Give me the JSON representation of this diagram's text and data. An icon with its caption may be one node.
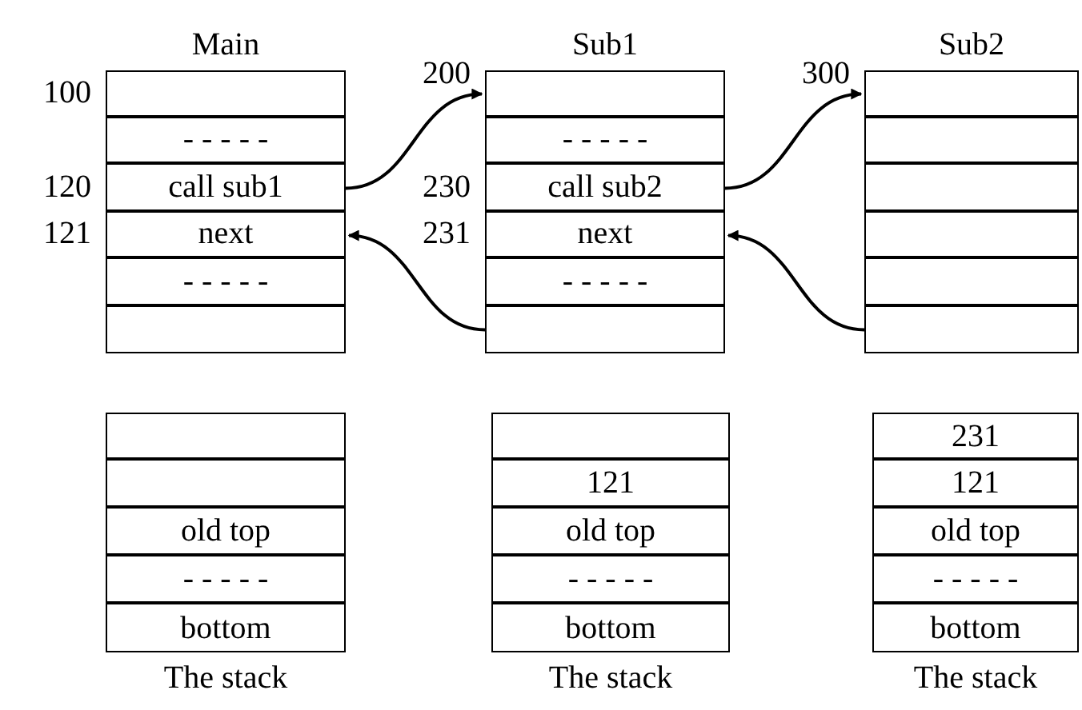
{
  "diagram": {
    "nodes": [
      {
        "text": [
          "Main"
        ]
      },
      {
        "text": [],
        "shape": "box",
        "in": 0,
        "beside": [
          "100"
        ]
      },
      {
        "text": [
          "- - - - -"
        ],
        "in": 0
      },
      {
        "text": [
          "call sub1"
        ],
        "in": 0,
        "beside": [
          "120"
        ]
      },
      {
        "text": [
          "next"
        ],
        "in": 0,
        "beside": [
          "121"
        ]
      },
      {
        "text": [
          "- - - - -"
        ],
        "in": 0
      },
      {
        "text": [],
        "shape": "box",
        "in": 0
      },
      {
        "text": [
          "Sub1"
        ]
      },
      {
        "text": [],
        "shape": "box",
        "in": 7,
        "beside": [
          "200"
        ]
      },
      {
        "text": [
          "- - - - -"
        ],
        "in": 7
      },
      {
        "text": [
          "call sub2"
        ],
        "in": 7,
        "beside": [
          "230"
        ]
      },
      {
        "text": [
          "next"
        ],
        "in": 7,
        "beside": [
          "231"
        ]
      },
      {
        "text": [
          "- - - - -"
        ],
        "in": 7
      },
      {
        "text": [],
        "shape": "box",
        "in": 7
      },
      {
        "text": [
          "Sub2"
        ]
      },
      {
        "text": [],
        "shape": "box",
        "in": 14,
        "beside": [
          "300"
        ]
      },
      {
        "text": [],
        "shape": "box",
        "in": 14
      },
      {
        "text": [],
        "shape": "box",
        "in": 14
      },
      {
        "text": [],
        "shape": "box",
        "in": 14
      },
      {
        "text": [],
        "shape": "box",
        "in": 14
      },
      {
        "text": [],
        "shape": "box",
        "in": 14
      },
      {
        "text": [
          "The stack"
        ]
      },
      {
        "text": [],
        "shape": "box",
        "in": 21
      },
      {
        "text": [],
        "shape": "box",
        "in": 21
      },
      {
        "text": [
          "old top"
        ],
        "in": 21
      },
      {
        "text": [
          "- - - - -"
        ],
        "in": 21
      },
      {
        "text": [
          "bottom"
        ],
        "in": 21
      },
      {
        "text": [
          "The stack"
        ]
      },
      {
        "text": [],
        "shape": "box",
        "in": 27
      },
      {
        "text": [
          "121"
        ],
        "in": 27
      },
      {
        "text": [
          "old top"
        ],
        "in": 27
      },
      {
        "text": [
          "- - - - -"
        ],
        "in": 27
      },
      {
        "text": [
          "bottom"
        ],
        "in": 27
      },
      {
        "text": [
          "The stack"
        ]
      },
      {
        "text": [
          "231"
        ],
        "in": 33
      },
      {
        "text": [
          "121"
        ],
        "in": 33
      },
      {
        "text": [
          "old top"
        ],
        "in": 33
      },
      {
        "text": [
          "- - - - -"
        ],
        "in": 33
      },
      {
        "text": [
          "bottom"
        ],
        "in": 33
      }
    ],
    "edges": [
      {
        "from": 3,
        "to": 8,
        "arrow": "to"
      },
      {
        "from": 13,
        "to": 4,
        "arrow": "to"
      },
      {
        "from": 10,
        "to": 15,
        "arrow": "to"
      },
      {
        "from": 20,
        "to": 11,
        "arrow": "to"
      }
    ]
  }
}
